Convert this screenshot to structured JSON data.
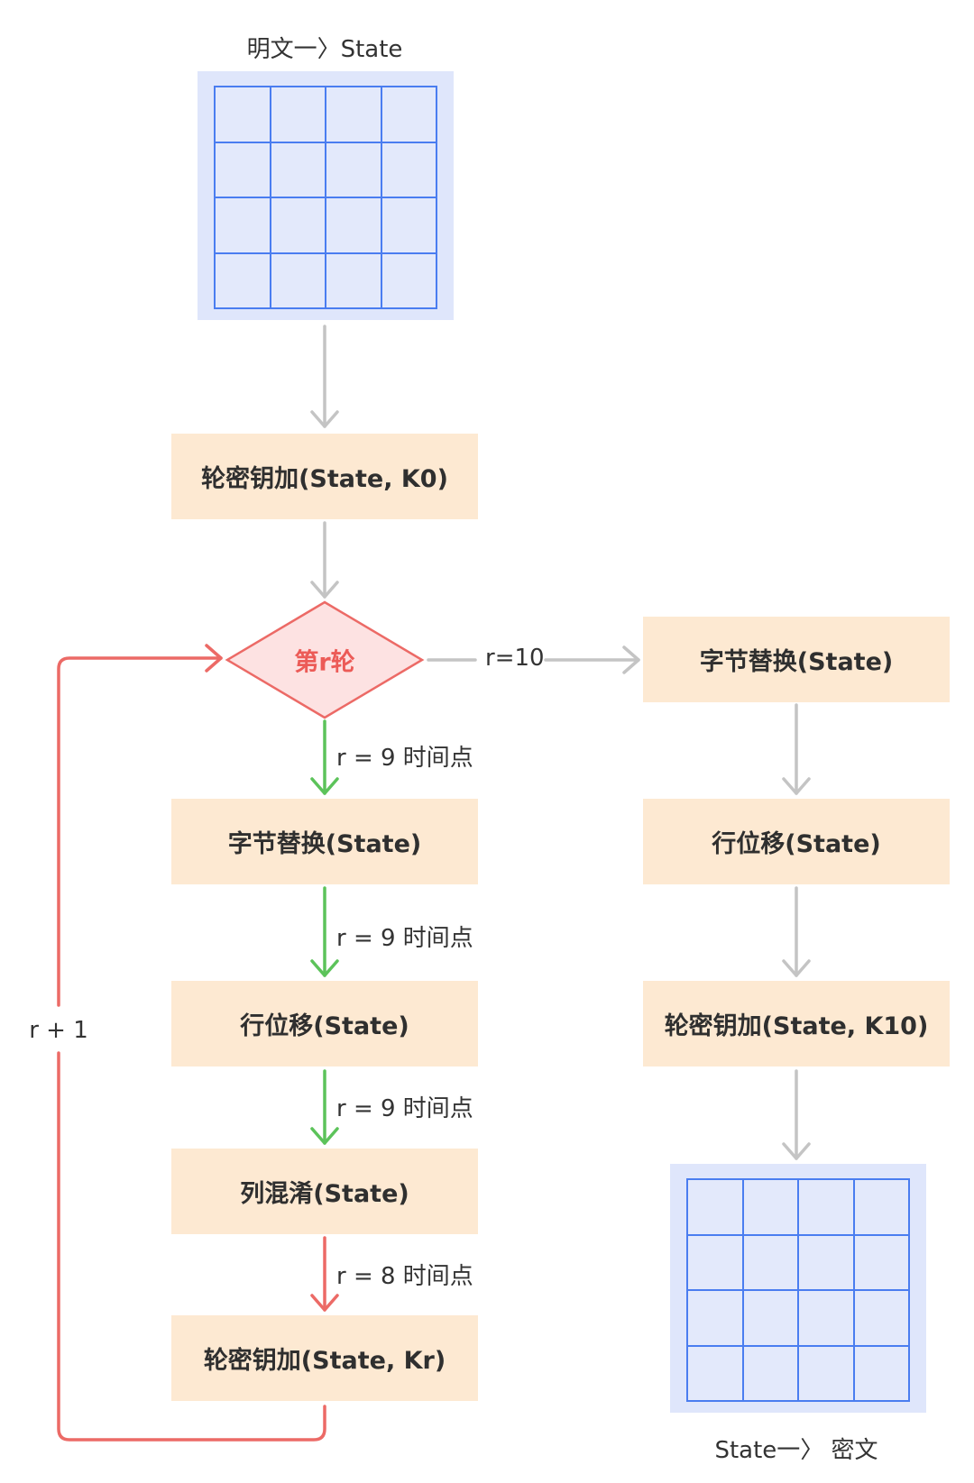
{
  "nodes": {
    "plaintext_label": "明文一〉State",
    "add_round_key_k0": "轮密钥加(State, K0)",
    "round_decision": "第r轮",
    "sub_bytes_left": "字节替换(State)",
    "shift_rows_left": "行位移(State)",
    "mix_columns": "列混淆(State)",
    "add_round_key_kr": "轮密钥加(State, Kr)",
    "sub_bytes_right": "字节替换(State)",
    "shift_rows_right": "行位移(State)",
    "add_round_key_k10": "轮密钥加(State, K10)",
    "ciphertext_label": "State一〉 密文"
  },
  "edge_labels": {
    "r_equals_10": "r=10",
    "r9_a": "r = 9 时间点",
    "r9_b": "r = 9 时间点",
    "r9_c": "r = 9 时间点",
    "r8": "r = 8 时间点",
    "loop": "r + 1"
  },
  "colors": {
    "box_fill": "#fde9d2",
    "matrix_fill": "#dfe6fb",
    "matrix_line": "#4a7df0",
    "gray_arrow": "#c4c4c4",
    "green_arrow": "#5cc35a",
    "red_arrow": "#ec6a66",
    "diamond_fill": "#fde2e2"
  }
}
